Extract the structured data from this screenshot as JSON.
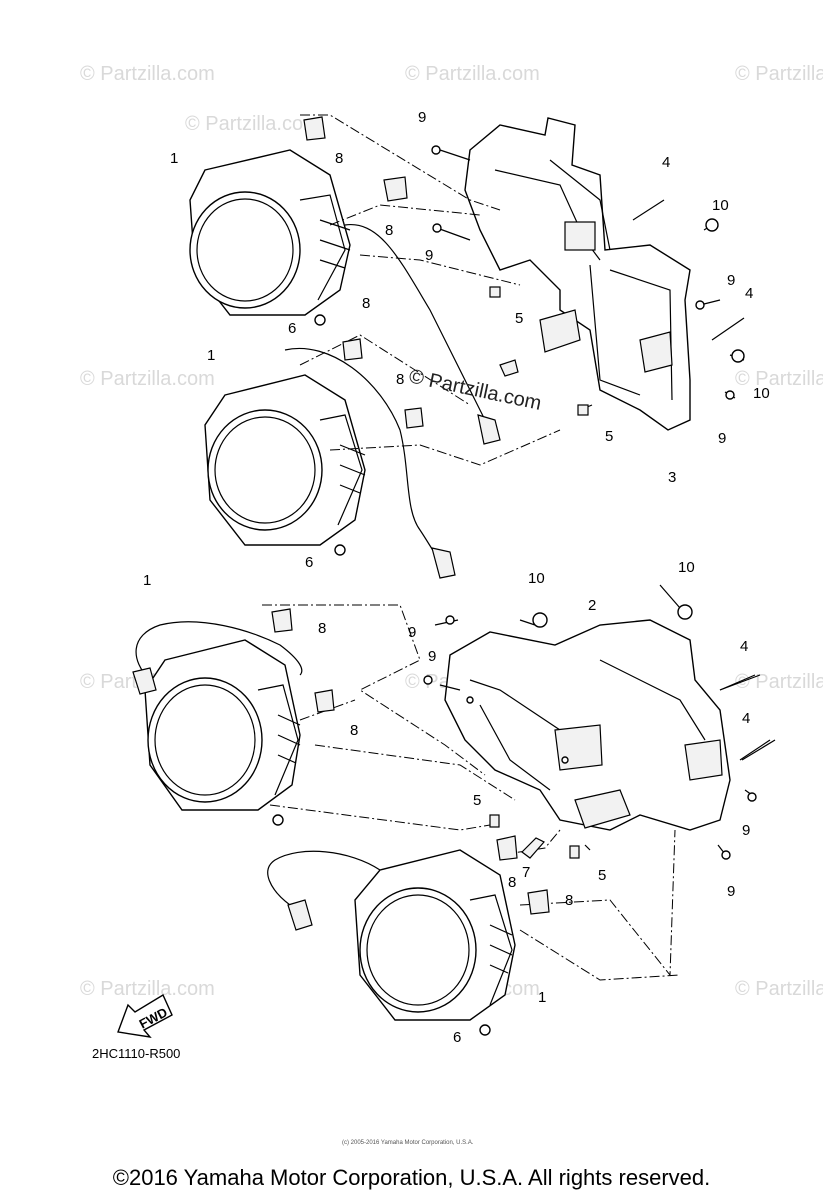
{
  "watermarks": [
    "© Partzilla.com",
    "© Partzilla.com",
    "© Partzilla.com",
    "© Partzilla.com",
    "© Partzilla.com",
    "© Partzilla.com",
    "© Partzilla.com",
    "© Partzilla.com",
    "© Partzilla.com",
    "© Partzilla.com",
    "© Partzilla.com",
    "© Partzilla.com"
  ],
  "center_watermark": "© Partzilla.com",
  "callouts": [
    "1",
    "8",
    "8",
    "6",
    "8",
    "9",
    "9",
    "5",
    "4",
    "10",
    "9",
    "4",
    "1",
    "8",
    "6",
    "5",
    "10",
    "9",
    "3",
    "1",
    "8",
    "9",
    "9",
    "10",
    "2",
    "10",
    "4",
    "8",
    "5",
    "4",
    "9",
    "9",
    "7",
    "8",
    "5",
    "8",
    "1",
    "6"
  ],
  "fwd_label": "FWD",
  "diagram_code": "2HC1110-R500",
  "tiny_notice": "(c) 2005-2016 Yamaha Motor Corporation, U.S.A.",
  "footer": "©2016 Yamaha Motor Corporation, U.S.A. All rights reserved."
}
